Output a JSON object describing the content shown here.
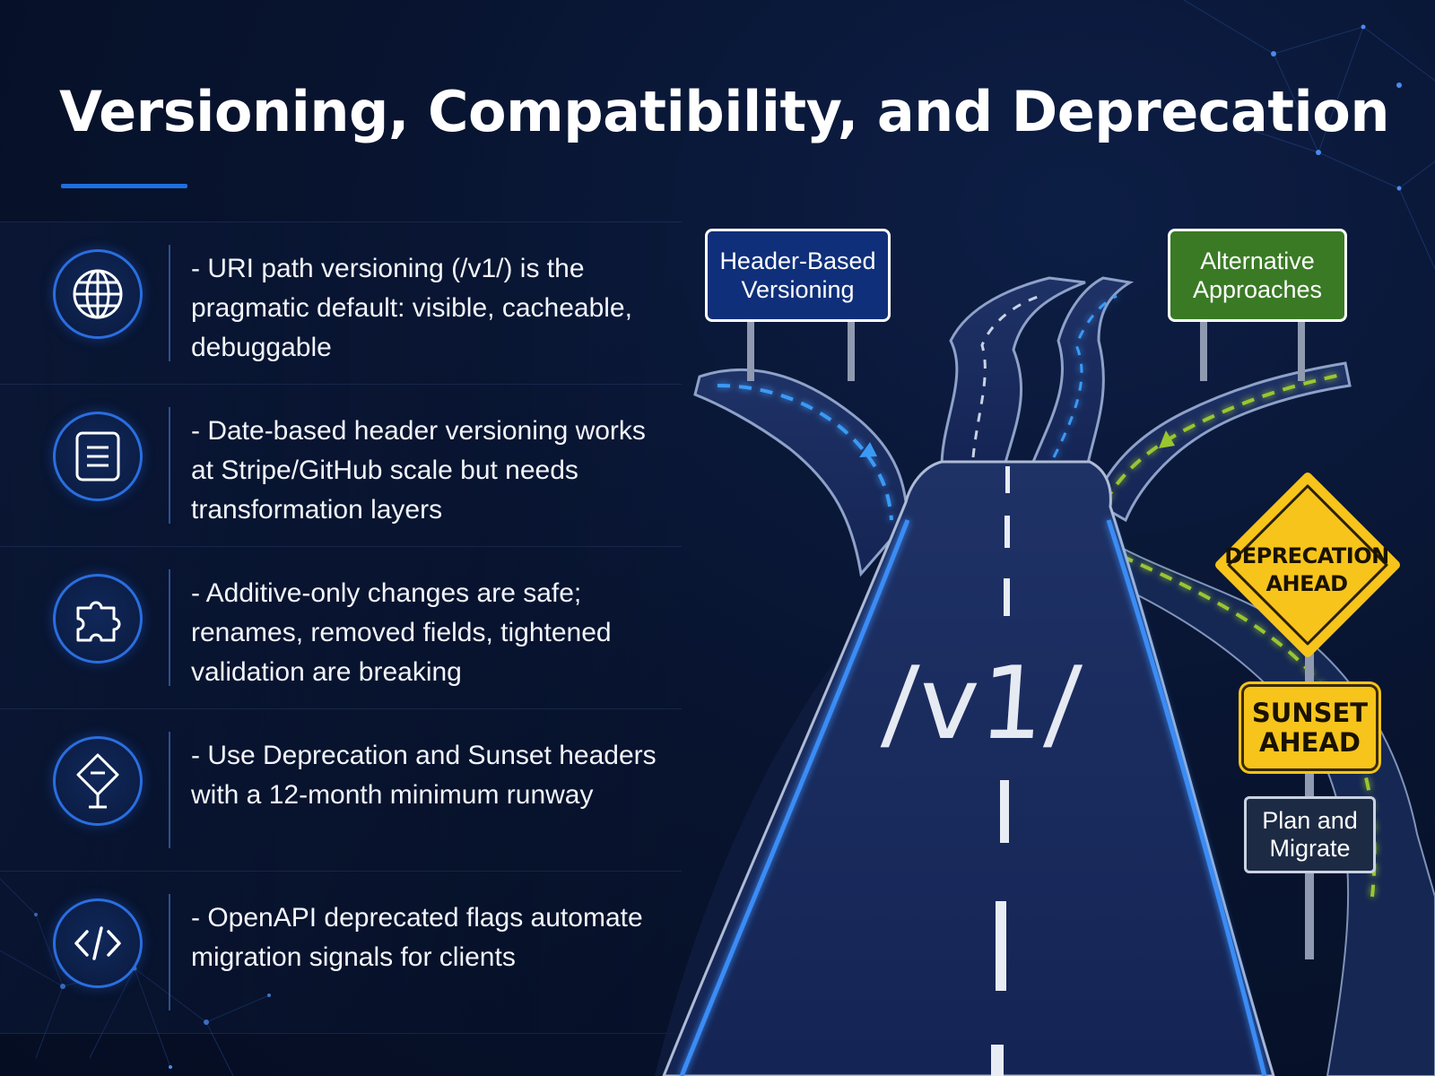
{
  "title": "Versioning, Compatibility, and Deprecation",
  "accent_color": "#1e6fe0",
  "bullets": [
    {
      "icon": "globe-icon",
      "text": "- URI path versioning (/v1/) is the\n  pragmatic default: visible, cacheable,\n  debuggable"
    },
    {
      "icon": "document-icon",
      "text": "- Date-based header versioning works\n  at Stripe/GitHub scale but needs\n  transformation layers"
    },
    {
      "icon": "puzzle-piece-icon",
      "text": "- Additive-only changes are safe;\n  renames, removed fields, tightened\n  validation are breaking"
    },
    {
      "icon": "deprecation-sign-icon",
      "text": "- Use Deprecation and Sunset headers\n  with a 12-month minimum runway"
    },
    {
      "icon": "code-brackets-icon",
      "text": "- OpenAPI deprecated flags automate\n  migration signals for clients"
    }
  ],
  "illustration": {
    "road_label": "/v1/",
    "sign_header_based": "Header-Based\nVersioning",
    "sign_alternative": "Alternative\nApproaches",
    "sign_deprecation": "DEPRECATION\nAHEAD",
    "sign_sunset": "SUNSET\nAHEAD",
    "sign_plan": "Plan and\nMigrate",
    "colors": {
      "blue_sign": "#0f2f7a",
      "green_sign": "#3a7a25",
      "warning_yellow": "#f6c41b",
      "road": "#1a2c5c"
    }
  }
}
